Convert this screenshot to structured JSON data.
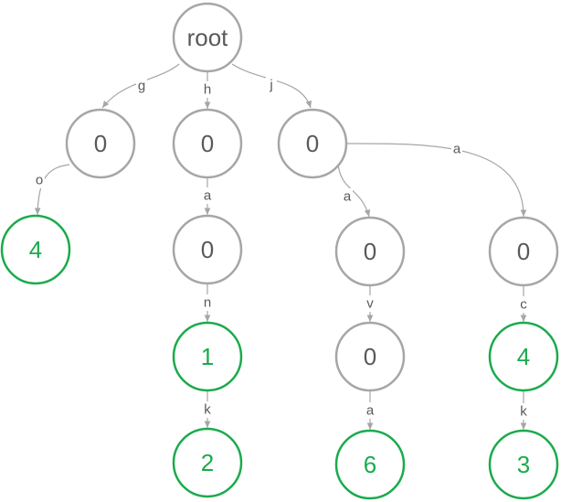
{
  "colors": {
    "internal_stroke": "#a6a6a6",
    "internal_text": "#595959",
    "terminal_stroke": "#1aab4c",
    "terminal_text": "#1aab4c",
    "edge": "#a6a6a6",
    "edge_label": "#595959"
  },
  "nodes": [
    {
      "id": "root",
      "label": "root",
      "terminal": false
    },
    {
      "id": "g",
      "label": "0",
      "terminal": false
    },
    {
      "id": "h",
      "label": "0",
      "terminal": false
    },
    {
      "id": "j",
      "label": "0",
      "terminal": false
    },
    {
      "id": "go",
      "label": "4",
      "terminal": true
    },
    {
      "id": "ha",
      "label": "0",
      "terminal": false
    },
    {
      "id": "ja",
      "label": "0",
      "terminal": false
    },
    {
      "id": "ja2",
      "label": "0",
      "terminal": false
    },
    {
      "id": "han",
      "label": "1",
      "terminal": true
    },
    {
      "id": "jav",
      "label": "0",
      "terminal": false
    },
    {
      "id": "jac",
      "label": "4",
      "terminal": true
    },
    {
      "id": "hank",
      "label": "2",
      "terminal": true
    },
    {
      "id": "java",
      "label": "6",
      "terminal": true
    },
    {
      "id": "jack",
      "label": "3",
      "terminal": true
    }
  ],
  "edges": [
    {
      "from": "root",
      "to": "g",
      "label": "g"
    },
    {
      "from": "root",
      "to": "h",
      "label": "h"
    },
    {
      "from": "root",
      "to": "j",
      "label": "j"
    },
    {
      "from": "g",
      "to": "go",
      "label": "o"
    },
    {
      "from": "h",
      "to": "ha",
      "label": "a"
    },
    {
      "from": "j",
      "to": "ja",
      "label": "a"
    },
    {
      "from": "j",
      "to": "ja2",
      "label": "a"
    },
    {
      "from": "ha",
      "to": "han",
      "label": "n"
    },
    {
      "from": "ja",
      "to": "jav",
      "label": "v"
    },
    {
      "from": "ja2",
      "to": "jac",
      "label": "c"
    },
    {
      "from": "han",
      "to": "hank",
      "label": "k"
    },
    {
      "from": "jav",
      "to": "java",
      "label": "a"
    },
    {
      "from": "jac",
      "to": "jack",
      "label": "k"
    }
  ]
}
